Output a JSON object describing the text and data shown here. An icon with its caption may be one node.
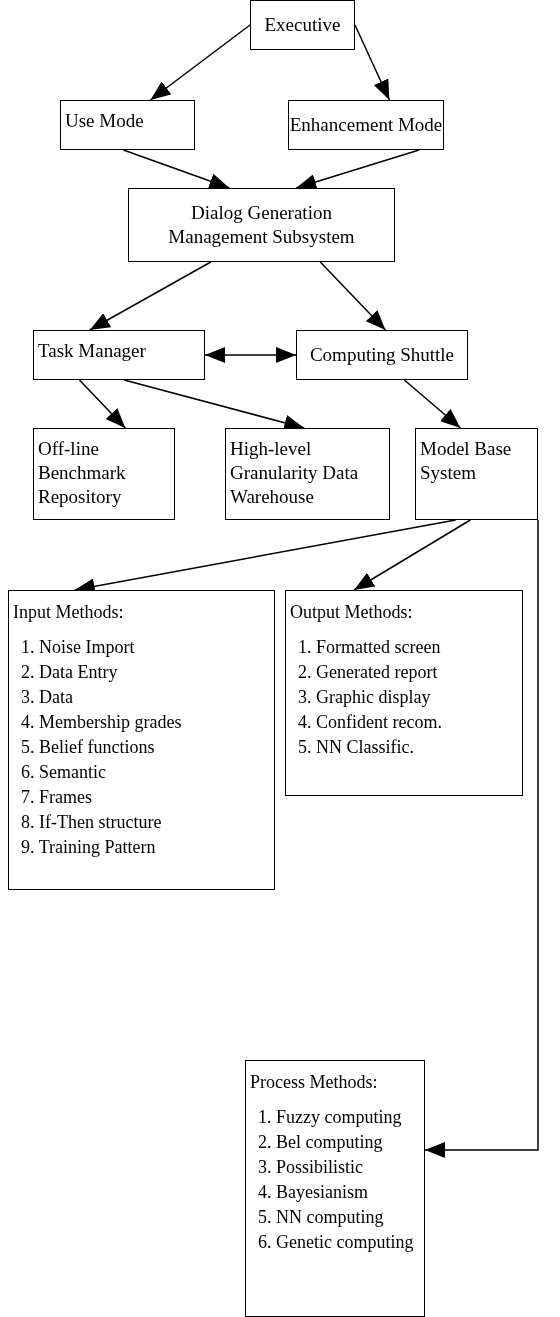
{
  "diagram": {
    "nodes": [
      {
        "text": [
          "Executive"
        ]
      },
      {
        "text": [
          "Use Mode"
        ]
      },
      {
        "text": [
          "Enhancement Mode"
        ]
      },
      {
        "text": [
          "Dialog Generation Management Subsystem"
        ]
      },
      {
        "text": [
          "Task Manager"
        ]
      },
      {
        "text": [
          "Computing Shuttle"
        ]
      },
      {
        "text": [
          "Off-line Benchmark Repository"
        ]
      },
      {
        "text": [
          "High-level Granularity Data Warehouse"
        ]
      },
      {
        "text": [
          "Model Base System"
        ]
      },
      {
        "text": [
          "Input Methods:",
          "1. Noise Import",
          "2. Data Entry",
          "3. Data",
          "4. Membership grades",
          "5. Belief functions",
          "6. Semantic",
          "7. Frames",
          "8. If-Then structure",
          "9. Training Pattern"
        ]
      },
      {
        "text": [
          "Output Methods:",
          "1. Formatted screen",
          "2. Generated report",
          "3. Graphic display",
          "4. Confident recom.",
          "5. NN Classific."
        ]
      },
      {
        "text": [
          "Process Methods:",
          "1. Fuzzy computing",
          "2. Bel computing",
          "3. Possibilistic",
          "4. Bayesianism",
          "5. NN computing",
          "6. Genetic computing"
        ]
      }
    ],
    "edges": [
      {
        "from": 0,
        "to": 1,
        "arrow": "to"
      },
      {
        "from": 0,
        "to": 2,
        "arrow": "to"
      },
      {
        "from": 1,
        "to": 3,
        "arrow": "to"
      },
      {
        "from": 2,
        "to": 3,
        "arrow": "to"
      },
      {
        "from": 3,
        "to": 4,
        "arrow": "to"
      },
      {
        "from": 3,
        "to": 5,
        "arrow": "to"
      },
      {
        "from": 4,
        "to": 5,
        "arrow": "both"
      },
      {
        "from": 4,
        "to": 6,
        "arrow": "to"
      },
      {
        "from": 4,
        "to": 7,
        "arrow": "to"
      },
      {
        "from": 5,
        "to": 8,
        "arrow": "to"
      },
      {
        "from": 8,
        "to": 9,
        "arrow": "to"
      },
      {
        "from": 8,
        "to": 10,
        "arrow": "to"
      },
      {
        "from": 8,
        "to": 11,
        "arrow": "to"
      }
    ]
  }
}
